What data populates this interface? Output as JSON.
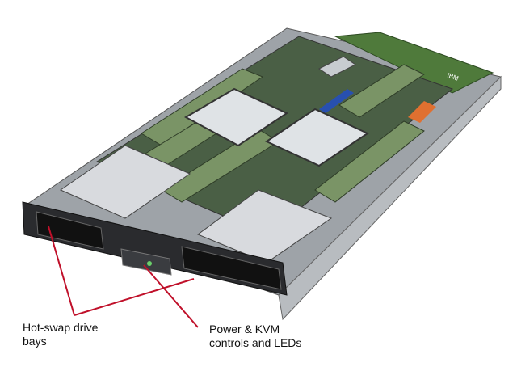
{
  "callouts": [
    {
      "id": "drive-bays",
      "text_line1": "Hot-swap drive",
      "text_line2": "bays"
    },
    {
      "id": "power-kvm",
      "text_line1": "Power & KVM",
      "text_line2": "controls and LEDs"
    }
  ],
  "logo": "IBM",
  "colors": {
    "callout_line": "#c0102a",
    "chassis": "#8c9096",
    "board": "#3e5a3a",
    "dimm": "#6f8a5a"
  }
}
